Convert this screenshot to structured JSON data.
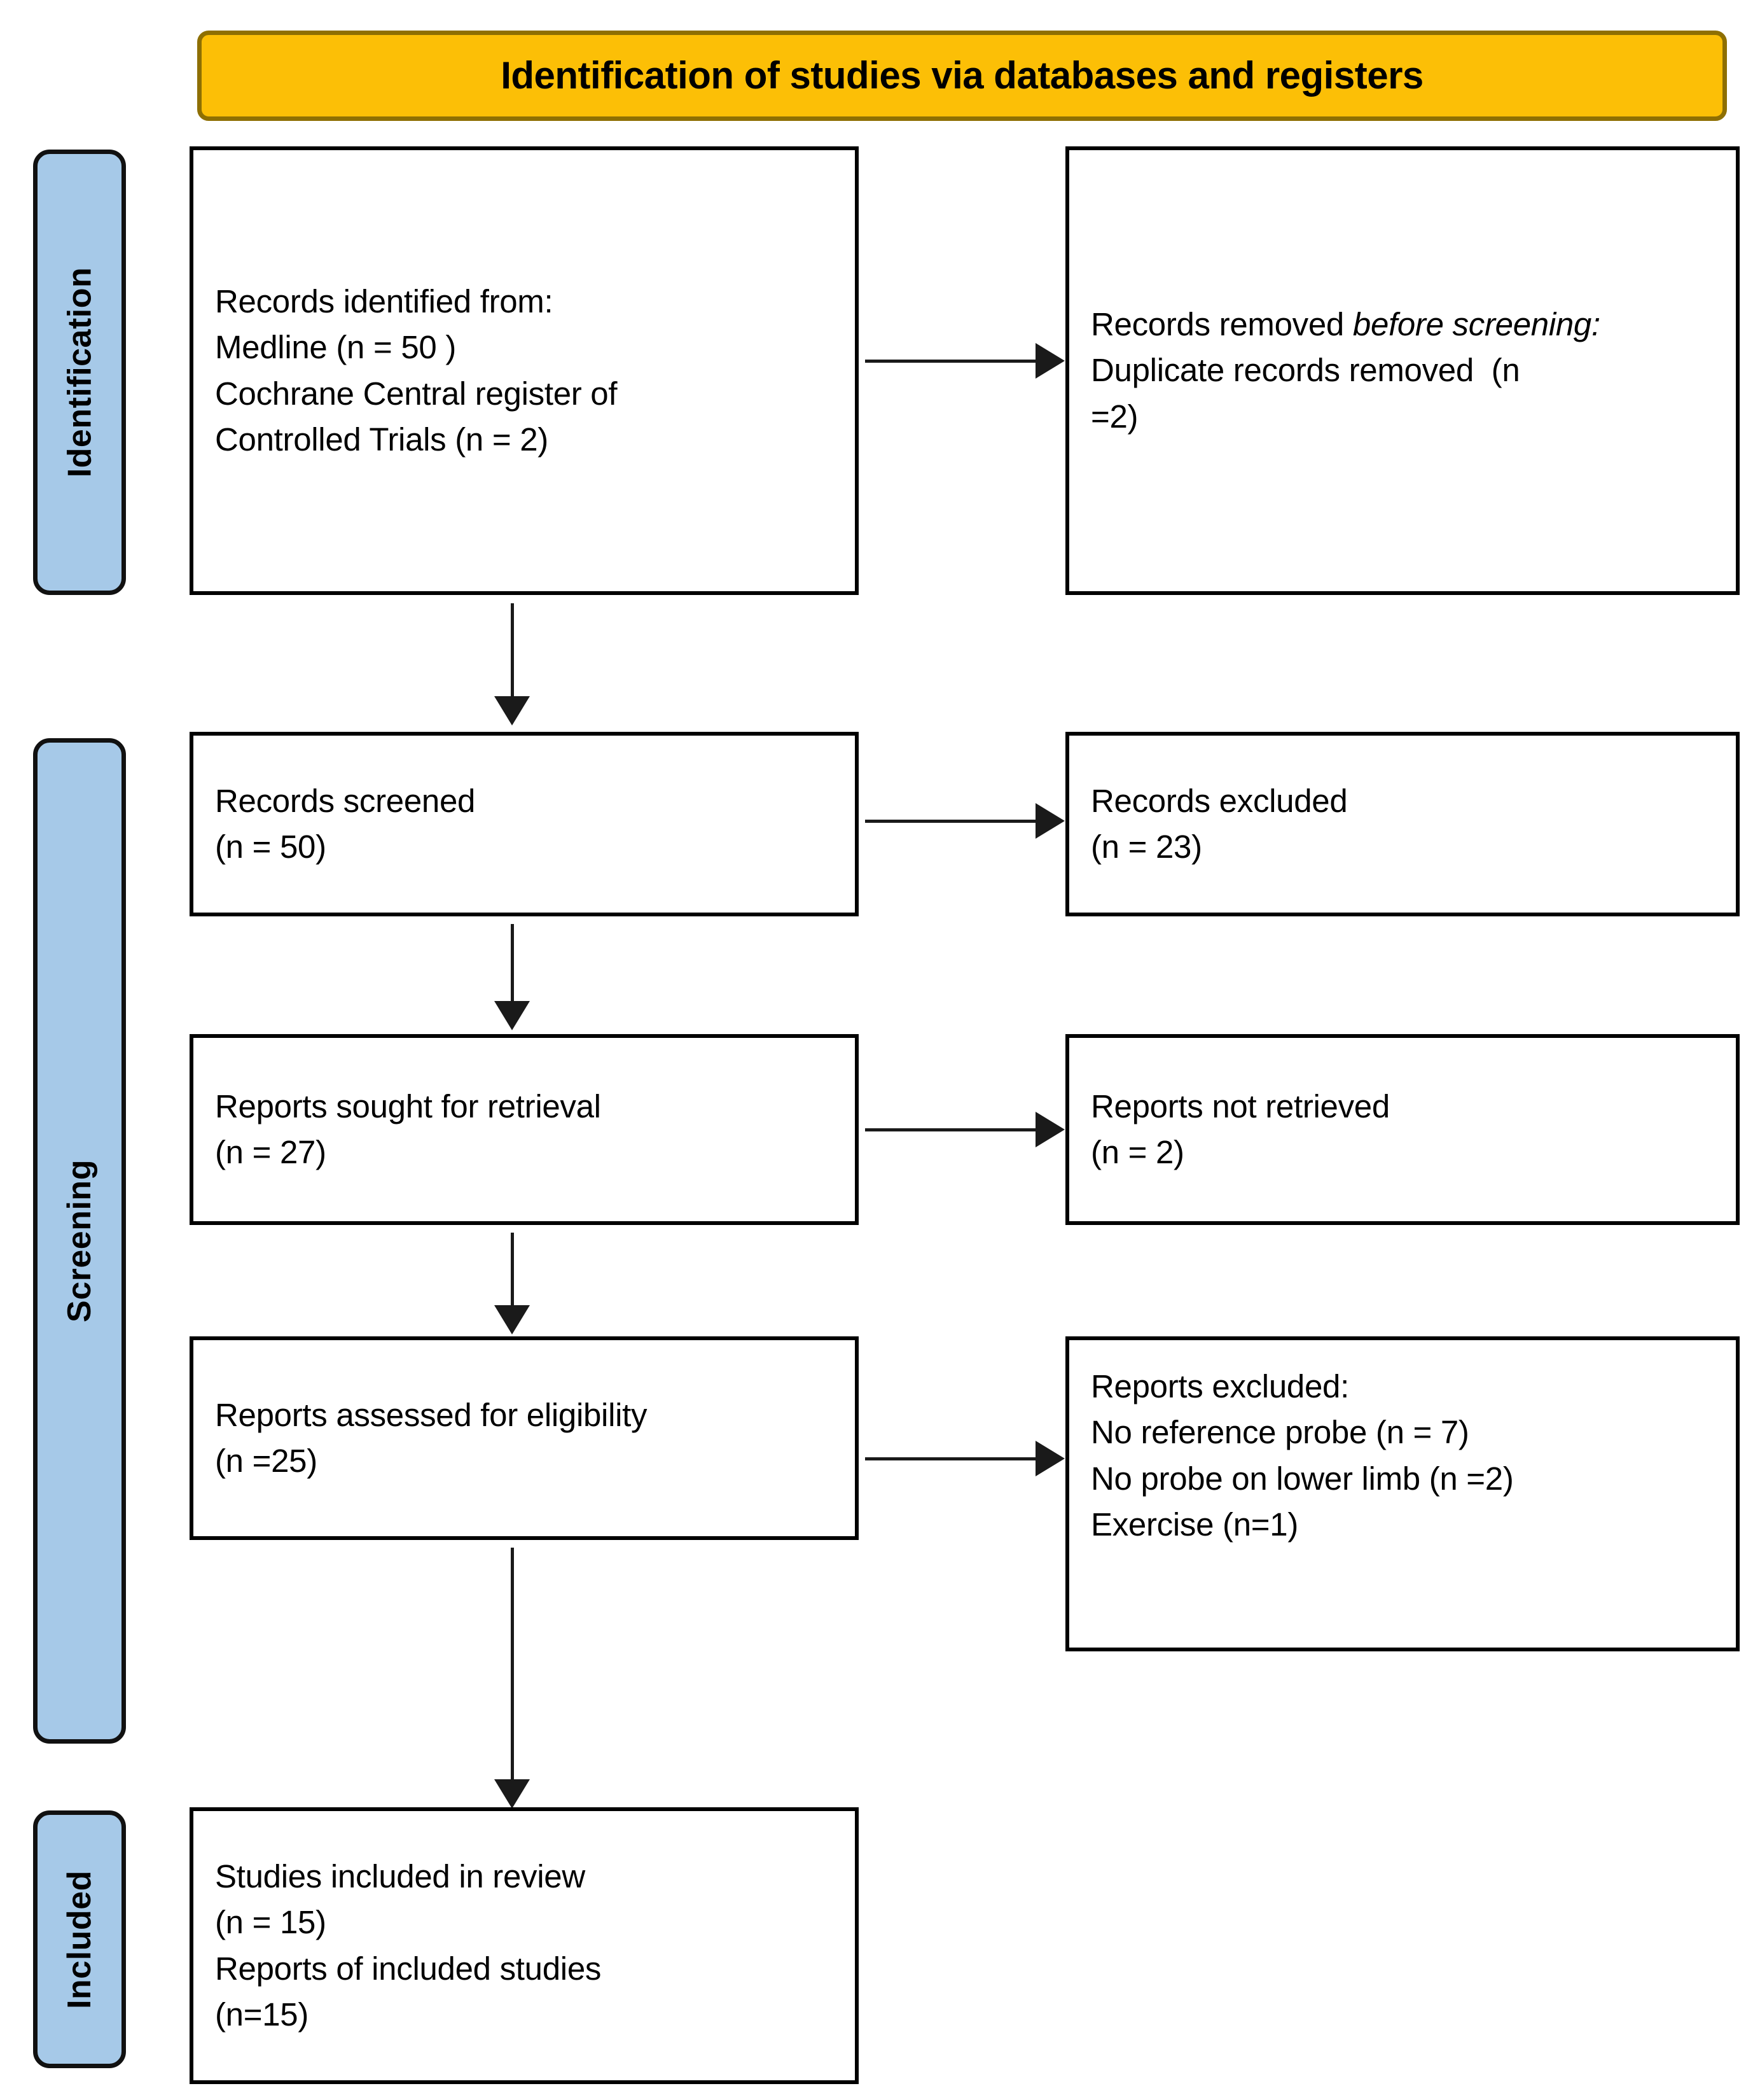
{
  "header": {
    "title": "Identification of studies via databases and registers"
  },
  "stages": [
    {
      "key": "identification",
      "label": "Identification"
    },
    {
      "key": "screening",
      "label": "Screening"
    },
    {
      "key": "included",
      "label": "Included"
    }
  ],
  "boxes": {
    "records_identified": "Records identified from:\nMedline (n = 50 )\nCochrane Central register of\nControlled Trials (n = 2)",
    "records_removed_line1": "Records removed ",
    "records_removed_italic": "before screening",
    "records_removed_colon": ":",
    "records_removed_rest": "\nDuplicate records removed  (n\n=2)",
    "records_screened": "Records screened\n(n = 50)",
    "records_excluded": "Records excluded\n(n = 23)",
    "reports_sought": "Reports sought for retrieval\n(n = 27)",
    "reports_not_retrieved": "Reports not retrieved\n(n = 2)",
    "reports_assessed": "Reports assessed for eligibility\n(n =25)",
    "reports_excluded": "Reports excluded:\nNo reference probe (n = 7)\nNo probe on lower limb (n =2)\nExercise (n=1)",
    "studies_included": "Studies included in review\n(n = 15)\nReports of included studies\n(n=15)"
  },
  "counts": {
    "medline": 50,
    "cochrane_central": 2,
    "duplicates_removed": 2,
    "records_screened": 50,
    "records_excluded": 23,
    "reports_sought": 27,
    "reports_not_retrieved": 2,
    "reports_assessed": 25,
    "excluded_no_reference_probe": 7,
    "excluded_no_probe_lower_limb": 2,
    "excluded_exercise": 1,
    "studies_included": 15,
    "reports_of_included_studies": 15
  },
  "colors": {
    "banner_fill": "#FCBF06",
    "banner_border": "#8E6F02",
    "stage_fill": "#A6C9E8",
    "stage_border": "#111111",
    "box_border": "#000000",
    "arrow": "#1a1a1a"
  }
}
